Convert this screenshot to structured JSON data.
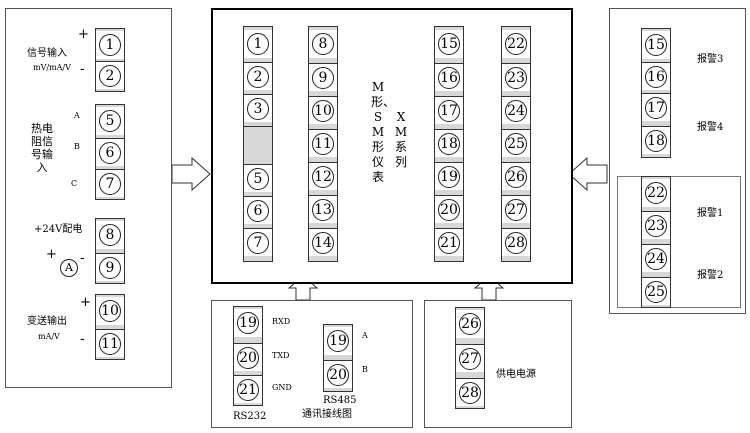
{
  "center": {
    "col1": [
      "1",
      "2",
      "3",
      "",
      "5",
      "6",
      "7"
    ],
    "col2": [
      "8",
      "9",
      "10",
      "11",
      "12",
      "13",
      "14"
    ],
    "col3": [
      "15",
      "16",
      "17",
      "18",
      "19",
      "20",
      "21"
    ],
    "col4": [
      "22",
      "23",
      "24",
      "25",
      "26",
      "27",
      "28"
    ],
    "title_left": "M形、SM形仪表",
    "title_right": "XM系列"
  },
  "left": {
    "signal_in": {
      "terminals": [
        "1",
        "2"
      ],
      "label": "信号输入",
      "sublabel": "mV/mA/V",
      "plus": "+",
      "minus": "-"
    },
    "rtd_in": {
      "terminals": [
        "5",
        "6",
        "7"
      ],
      "label": "热电阻信号输入",
      "a": "A",
      "b": "B",
      "c": "C"
    },
    "supply24": {
      "terminals": [
        "8",
        "9"
      ],
      "label": "+24V配电",
      "plus": "+",
      "minus": "-",
      "meter": "A"
    },
    "transmit": {
      "terminals": [
        "10",
        "11"
      ],
      "label": "变送输出",
      "sublabel": "mA/V",
      "plus": "+",
      "minus": "-"
    }
  },
  "right": {
    "alarm_top": {
      "terminals": [
        "15",
        "16",
        "17",
        "18"
      ],
      "alarm3": "报警3",
      "alarm4": "报警4"
    },
    "alarm_bottom": {
      "terminals": [
        "22",
        "23",
        "24",
        "25"
      ],
      "alarm1": "报警1",
      "alarm2": "报警2"
    }
  },
  "bottom": {
    "rs232": {
      "terminals": [
        "19",
        "20",
        "21"
      ],
      "rxd": "RXD",
      "txd": "TXD",
      "gnd": "GND",
      "label": "RS232"
    },
    "rs485": {
      "terminals": [
        "19",
        "20"
      ],
      "a": "A",
      "b": "B",
      "label": "RS485"
    },
    "comm_caption": "通讯接线图",
    "power": {
      "terminals": [
        "26",
        "27",
        "28"
      ],
      "label": "供电电源"
    }
  }
}
